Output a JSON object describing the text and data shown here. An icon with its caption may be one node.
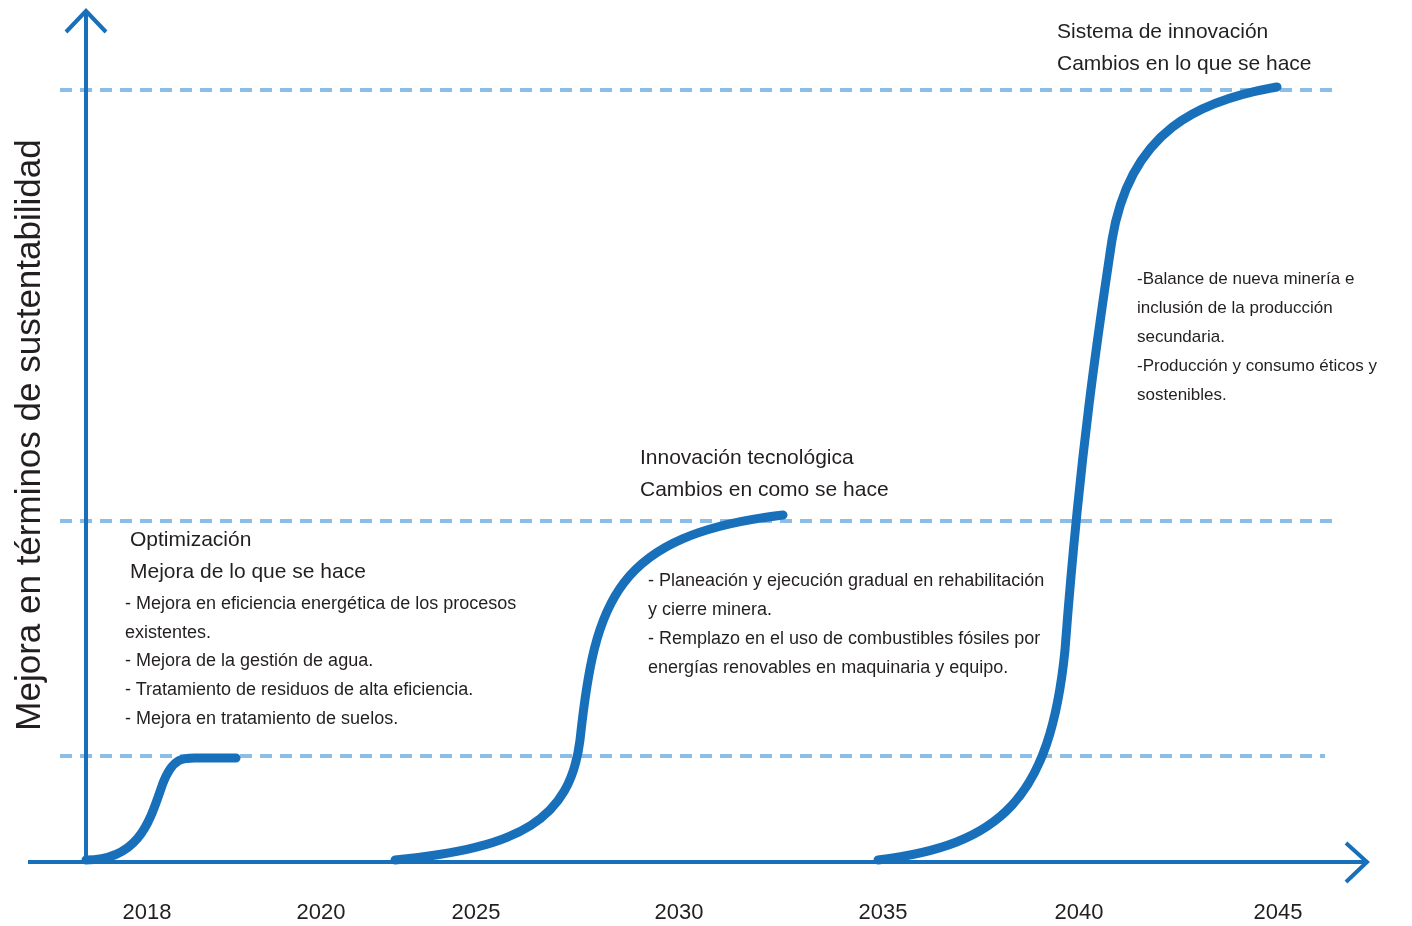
{
  "diagram": {
    "labels": [
      "Mejora en términos de sustentabilidad",
      "Sistema de innovación",
      "Cambios en lo que se hace",
      "-Balance de nueva minería e inclusión de la producción secundaria.",
      "-Producción y consumo éticos y sostenibles.",
      "Innovación tecnológica",
      "Cambios en como se hace",
      "- Planeación y ejecución gradual en rehabilitación y cierre minera.",
      "- Remplazo en el uso de combustibles fósiles por energías renovables en maquinaria y equipo.",
      "Optimización",
      "Mejora de lo que se hace",
      "- Mejora en eficiencia energética de los procesos existentes.",
      "- Mejora de la gestión de agua.",
      "- Tratamiento de residuos de alta eficiencia.",
      "- Mejora en tratamiento de suelos.",
      "2018",
      "2020",
      "2025",
      "2030",
      "2035",
      "2040",
      "2045"
    ]
  }
}
